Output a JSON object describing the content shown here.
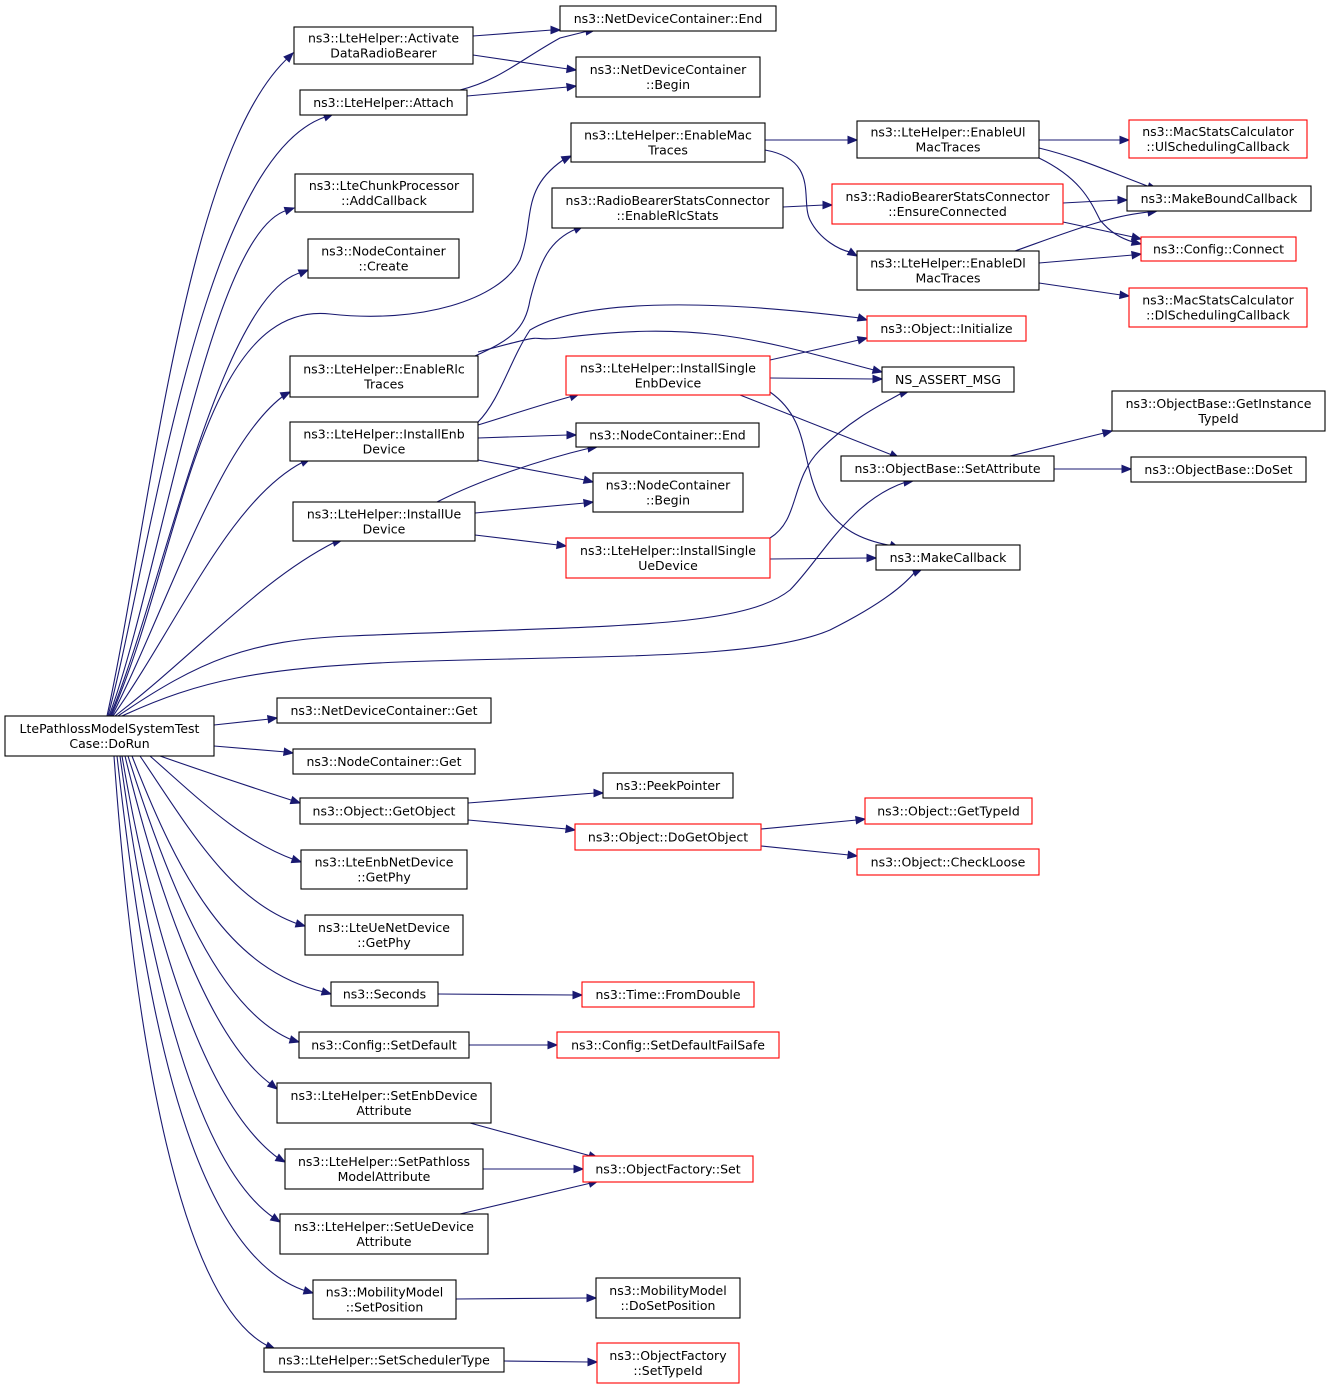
{
  "graph": {
    "title": "",
    "colors": {
      "edge": "#191970",
      "root_fill": "#bfbfbf",
      "normal_border": "#000000",
      "truncated_border": "#ff0000"
    },
    "nodes": [
      {
        "id": "root",
        "lines": [
          "LtePathlossModelSystemTest",
          "Case::DoRun"
        ],
        "style": "root"
      },
      {
        "id": "activate",
        "lines": [
          "ns3::LteHelper::Activate",
          "DataRadioBearer"
        ],
        "style": "normal"
      },
      {
        "id": "attach",
        "lines": [
          "ns3::LteHelper::Attach"
        ],
        "style": "normal"
      },
      {
        "id": "ndc_end",
        "lines": [
          "ns3::NetDeviceContainer::End"
        ],
        "style": "normal"
      },
      {
        "id": "ndc_begin",
        "lines": [
          "ns3::NetDeviceContainer",
          "::Begin"
        ],
        "style": "normal"
      },
      {
        "id": "chunk",
        "lines": [
          "ns3::LteChunkProcessor",
          "::AddCallback"
        ],
        "style": "normal"
      },
      {
        "id": "nc_create",
        "lines": [
          "ns3::NodeContainer",
          "::Create"
        ],
        "style": "normal"
      },
      {
        "id": "enable_mac",
        "lines": [
          "ns3::LteHelper::EnableMac",
          "Traces"
        ],
        "style": "normal"
      },
      {
        "id": "rbsc_enable",
        "lines": [
          "ns3::RadioBearerStatsConnector",
          "::EnableRlcStats"
        ],
        "style": "normal"
      },
      {
        "id": "enable_ul",
        "lines": [
          "ns3::LteHelper::EnableUl",
          "MacTraces"
        ],
        "style": "normal"
      },
      {
        "id": "enable_dl",
        "lines": [
          "ns3::LteHelper::EnableDl",
          "MacTraces"
        ],
        "style": "normal"
      },
      {
        "id": "rbsc_ensure",
        "lines": [
          "ns3::RadioBearerStatsConnector",
          "::EnsureConnected"
        ],
        "style": "truncated"
      },
      {
        "id": "mac_ul",
        "lines": [
          "ns3::MacStatsCalculator",
          "::UlSchedulingCallback"
        ],
        "style": "truncated"
      },
      {
        "id": "make_bound",
        "lines": [
          "ns3::MakeBoundCallback"
        ],
        "style": "normal"
      },
      {
        "id": "cfg_connect",
        "lines": [
          "ns3::Config::Connect"
        ],
        "style": "truncated"
      },
      {
        "id": "mac_dl",
        "lines": [
          "ns3::MacStatsCalculator",
          "::DlSchedulingCallback"
        ],
        "style": "truncated"
      },
      {
        "id": "enable_rlc",
        "lines": [
          "ns3::LteHelper::EnableRlc",
          "Traces"
        ],
        "style": "normal"
      },
      {
        "id": "obj_init",
        "lines": [
          "ns3::Object::Initialize"
        ],
        "style": "truncated"
      },
      {
        "id": "assert",
        "lines": [
          "NS_ASSERT_MSG"
        ],
        "style": "normal"
      },
      {
        "id": "install_single_enb",
        "lines": [
          "ns3::LteHelper::InstallSingle",
          "EnbDevice"
        ],
        "style": "truncated"
      },
      {
        "id": "install_enb",
        "lines": [
          "ns3::LteHelper::InstallEnb",
          "Device"
        ],
        "style": "normal"
      },
      {
        "id": "nc_end",
        "lines": [
          "ns3::NodeContainer::End"
        ],
        "style": "normal"
      },
      {
        "id": "nc_begin",
        "lines": [
          "ns3::NodeContainer",
          "::Begin"
        ],
        "style": "normal"
      },
      {
        "id": "install_ue",
        "lines": [
          "ns3::LteHelper::InstallUe",
          "Device"
        ],
        "style": "normal"
      },
      {
        "id": "install_single_ue",
        "lines": [
          "ns3::LteHelper::InstallSingle",
          "UeDevice"
        ],
        "style": "truncated"
      },
      {
        "id": "ob_getinst",
        "lines": [
          "ns3::ObjectBase::GetInstance",
          "TypeId"
        ],
        "style": "normal"
      },
      {
        "id": "ob_setattr",
        "lines": [
          "ns3::ObjectBase::SetAttribute"
        ],
        "style": "normal"
      },
      {
        "id": "ob_doset",
        "lines": [
          "ns3::ObjectBase::DoSet"
        ],
        "style": "normal"
      },
      {
        "id": "make_cb",
        "lines": [
          "ns3::MakeCallback"
        ],
        "style": "normal"
      },
      {
        "id": "ndc_get",
        "lines": [
          "ns3::NetDeviceContainer::Get"
        ],
        "style": "normal"
      },
      {
        "id": "nc_get",
        "lines": [
          "ns3::NodeContainer::Get"
        ],
        "style": "normal"
      },
      {
        "id": "obj_getobj",
        "lines": [
          "ns3::Object::GetObject"
        ],
        "style": "normal"
      },
      {
        "id": "peek",
        "lines": [
          "ns3::PeekPointer"
        ],
        "style": "normal"
      },
      {
        "id": "obj_dogetobj",
        "lines": [
          "ns3::Object::DoGetObject"
        ],
        "style": "truncated"
      },
      {
        "id": "obj_gettypeid",
        "lines": [
          "ns3::Object::GetTypeId"
        ],
        "style": "truncated"
      },
      {
        "id": "obj_checkloose",
        "lines": [
          "ns3::Object::CheckLoose"
        ],
        "style": "truncated"
      },
      {
        "id": "enb_getphy",
        "lines": [
          "ns3::LteEnbNetDevice",
          "::GetPhy"
        ],
        "style": "normal"
      },
      {
        "id": "ue_getphy",
        "lines": [
          "ns3::LteUeNetDevice",
          "::GetPhy"
        ],
        "style": "normal"
      },
      {
        "id": "seconds",
        "lines": [
          "ns3::Seconds"
        ],
        "style": "normal"
      },
      {
        "id": "time_fromdouble",
        "lines": [
          "ns3::Time::FromDouble"
        ],
        "style": "truncated"
      },
      {
        "id": "cfg_setdefault",
        "lines": [
          "ns3::Config::SetDefault"
        ],
        "style": "normal"
      },
      {
        "id": "cfg_setdefaultfs",
        "lines": [
          "ns3::Config::SetDefaultFailSafe"
        ],
        "style": "truncated"
      },
      {
        "id": "set_enb_attr",
        "lines": [
          "ns3::LteHelper::SetEnbDevice",
          "Attribute"
        ],
        "style": "normal"
      },
      {
        "id": "set_pathloss_attr",
        "lines": [
          "ns3::LteHelper::SetPathloss",
          "ModelAttribute"
        ],
        "style": "normal"
      },
      {
        "id": "of_set",
        "lines": [
          "ns3::ObjectFactory::Set"
        ],
        "style": "truncated"
      },
      {
        "id": "set_ue_attr",
        "lines": [
          "ns3::LteHelper::SetUeDevice",
          "Attribute"
        ],
        "style": "normal"
      },
      {
        "id": "mm_setpos",
        "lines": [
          "ns3::MobilityModel",
          "::SetPosition"
        ],
        "style": "normal"
      },
      {
        "id": "mm_dosetpos",
        "lines": [
          "ns3::MobilityModel",
          "::DoSetPosition"
        ],
        "style": "normal"
      },
      {
        "id": "set_sched",
        "lines": [
          "ns3::LteHelper::SetSchedulerType"
        ],
        "style": "normal"
      },
      {
        "id": "of_settypeid",
        "lines": [
          "ns3::ObjectFactory",
          "::SetTypeId"
        ],
        "style": "truncated"
      }
    ]
  }
}
